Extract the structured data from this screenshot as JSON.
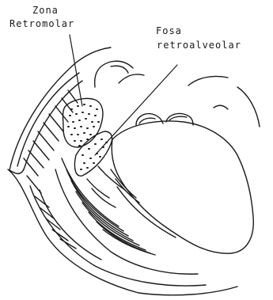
{
  "labels": {
    "retromolar_zone_line1": "Zona",
    "retromolar_zone_line2": "Retromolar",
    "retroalveolar_fossa_line1": "Fosa",
    "retroalveolar_fossa_line2": "retroalveolar"
  },
  "colors": {
    "ink": "#1a1a1a",
    "background": "#ffffff"
  }
}
